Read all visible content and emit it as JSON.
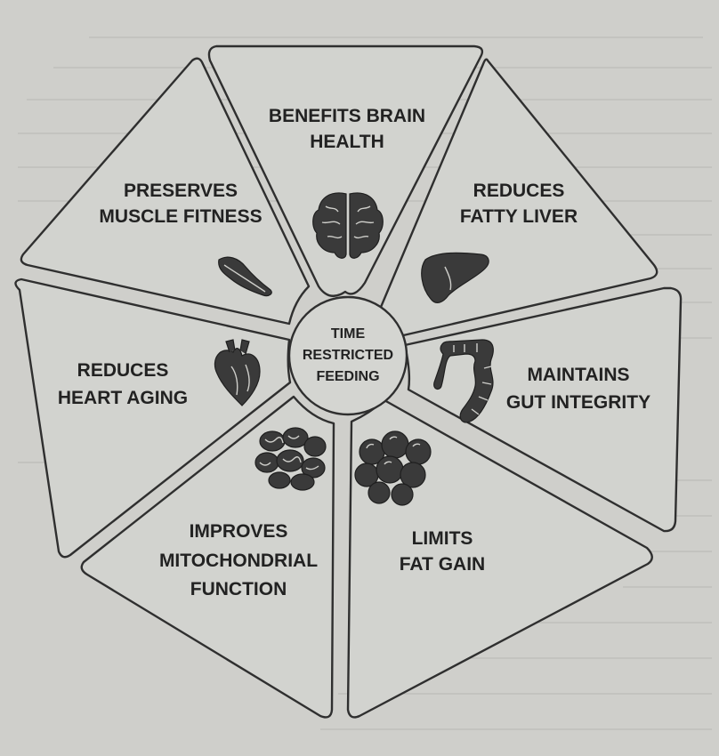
{
  "center": {
    "lines": [
      "TIME",
      "RESTRICTED",
      "FEEDING"
    ]
  },
  "segments": [
    {
      "key": "brain",
      "lines": [
        "BENEFITS BRAIN",
        "HEALTH"
      ],
      "icon": "brain-icon"
    },
    {
      "key": "liver",
      "lines": [
        "REDUCES",
        "FATTY LIVER"
      ],
      "icon": "liver-icon"
    },
    {
      "key": "gut",
      "lines": [
        "MAINTAINS",
        "GUT INTEGRITY"
      ],
      "icon": "intestine-icon"
    },
    {
      "key": "fat",
      "lines": [
        "LIMITS",
        "FAT GAIN"
      ],
      "icon": "fat-cells-icon"
    },
    {
      "key": "mito",
      "lines": [
        "IMPROVES",
        "MITOCHONDRIAL",
        "FUNCTION"
      ],
      "icon": "mitochondria-icon"
    },
    {
      "key": "heart",
      "lines": [
        "REDUCES",
        "HEART AGING"
      ],
      "icon": "heart-icon"
    },
    {
      "key": "muscle",
      "lines": [
        "PRESERVES",
        "MUSCLE FITNESS"
      ],
      "icon": "muscle-icon"
    }
  ],
  "colors": {
    "background": "#cfcfcb",
    "segment_fill": "#d2d3cf",
    "outline": "#2f2f2f",
    "icon": "#3a3a3a",
    "text": "#222222"
  }
}
